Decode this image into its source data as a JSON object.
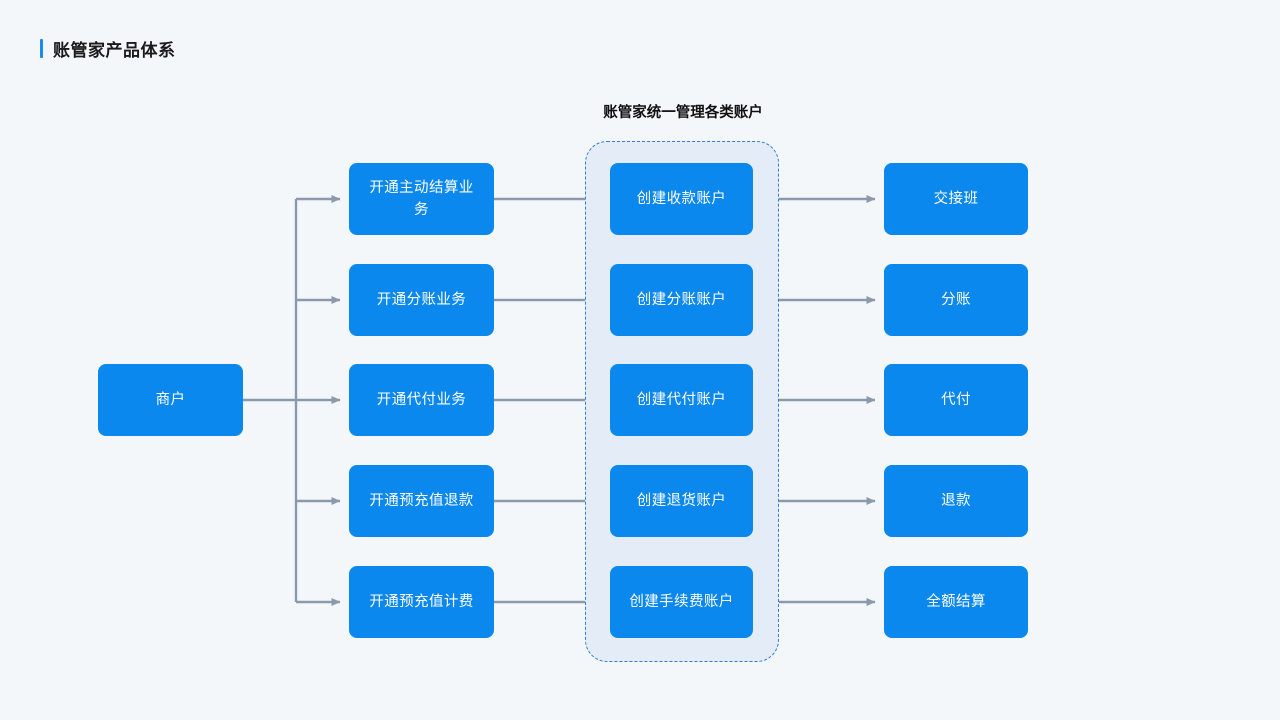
{
  "header": {
    "title": "账管家产品体系",
    "accent_color": "#1a8cf0"
  },
  "diagram": {
    "group_caption": "账管家统一管理各类账户",
    "node_color": "#0b88ee",
    "group_fill": "#e3ecf7",
    "group_border_color": "#2f7fd6",
    "connector_color": "#8a9aac",
    "background": "#f4f7fa",
    "source": {
      "label": "商户"
    },
    "columns": {
      "open_business": [
        {
          "label": "开通主动结算业务"
        },
        {
          "label": "开通分账业务"
        },
        {
          "label": "开通代付业务"
        },
        {
          "label": "开通预充值退款"
        },
        {
          "label": "开通预充值计费"
        }
      ],
      "create_account": [
        {
          "label": "创建收款账户"
        },
        {
          "label": "创建分账账户"
        },
        {
          "label": "创建代付账户"
        },
        {
          "label": "创建退货账户"
        },
        {
          "label": "创建手续费账户"
        }
      ],
      "capability": [
        {
          "label": "交接班"
        },
        {
          "label": "分账"
        },
        {
          "label": "代付"
        },
        {
          "label": "退款"
        },
        {
          "label": "全额结算"
        }
      ]
    }
  }
}
